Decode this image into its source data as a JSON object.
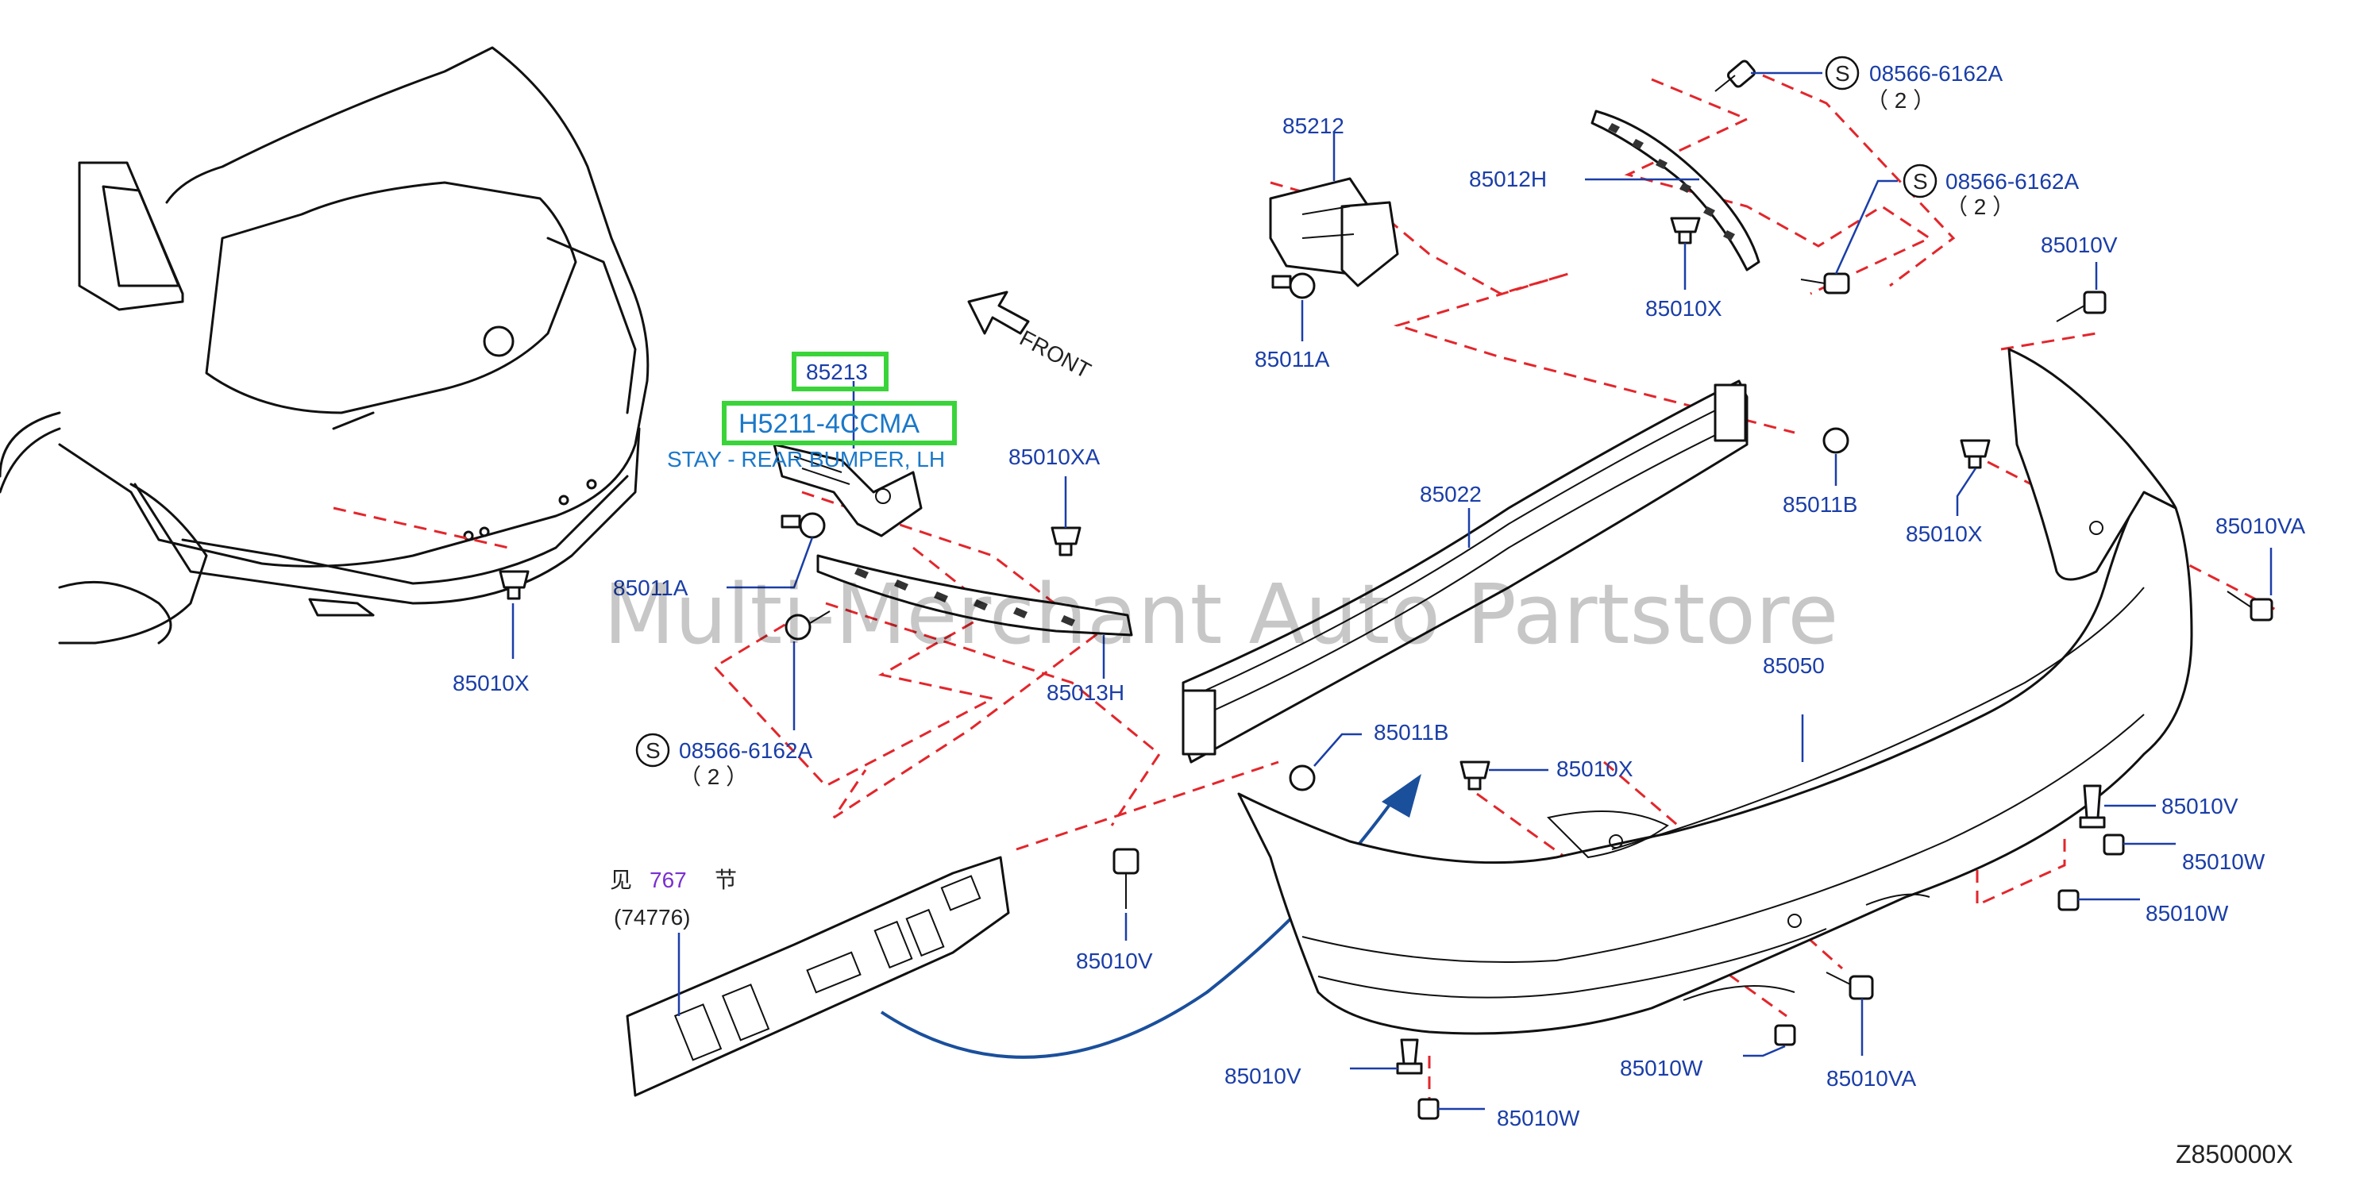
{
  "diagram": {
    "watermark": "Multi-Merchant Auto Partstore",
    "front_label": "FRONT",
    "diagram_code": "Z850000X",
    "see_section": {
      "prefix": "见",
      "number": "767",
      "suffix": "节",
      "ref": "(74776)"
    },
    "selected": {
      "part_no": "85213",
      "sku": "H5211-4CCMA",
      "description": "STAY - REAR BUMPER, LH"
    },
    "screw_symbol": "S",
    "labels": [
      {
        "id": "85212",
        "text": "85212"
      },
      {
        "id": "85012H",
        "text": "85012H"
      },
      {
        "id": "85011A_top",
        "text": "85011A"
      },
      {
        "id": "85010X_mid",
        "text": "85010X"
      },
      {
        "id": "08566_a",
        "text": "08566-6162A"
      },
      {
        "id": "08566_a_qty",
        "text": "（ 2 ）"
      },
      {
        "id": "08566_b",
        "text": "08566-6162A"
      },
      {
        "id": "08566_b_qty",
        "text": "（ 2 ）"
      },
      {
        "id": "85010V_tr",
        "text": "85010V"
      },
      {
        "id": "85010XA",
        "text": "85010XA"
      },
      {
        "id": "85011A_left",
        "text": "85011A"
      },
      {
        "id": "85010X_left",
        "text": "85010X"
      },
      {
        "id": "85013H",
        "text": "85013H"
      },
      {
        "id": "85022",
        "text": "85022"
      },
      {
        "id": "85011B_r",
        "text": "85011B"
      },
      {
        "id": "85010X_r",
        "text": "85010X"
      },
      {
        "id": "85010VA_r",
        "text": "85010VA"
      },
      {
        "id": "85050",
        "text": "85050"
      },
      {
        "id": "08566_c",
        "text": "08566-6162A"
      },
      {
        "id": "08566_c_qty",
        "text": "（ 2 ）"
      },
      {
        "id": "85011B_c",
        "text": "85011B"
      },
      {
        "id": "85010X_c",
        "text": "85010X"
      },
      {
        "id": "85010V_r1",
        "text": "85010V"
      },
      {
        "id": "85010W_r1",
        "text": "85010W"
      },
      {
        "id": "85010W_r2",
        "text": "85010W"
      },
      {
        "id": "85010V_bl",
        "text": "85010V"
      },
      {
        "id": "85010W_bc",
        "text": "85010W"
      },
      {
        "id": "85010VA_b",
        "text": "85010VA"
      },
      {
        "id": "85010V_b",
        "text": "85010V"
      },
      {
        "id": "85010W_b",
        "text": "85010W"
      }
    ]
  }
}
